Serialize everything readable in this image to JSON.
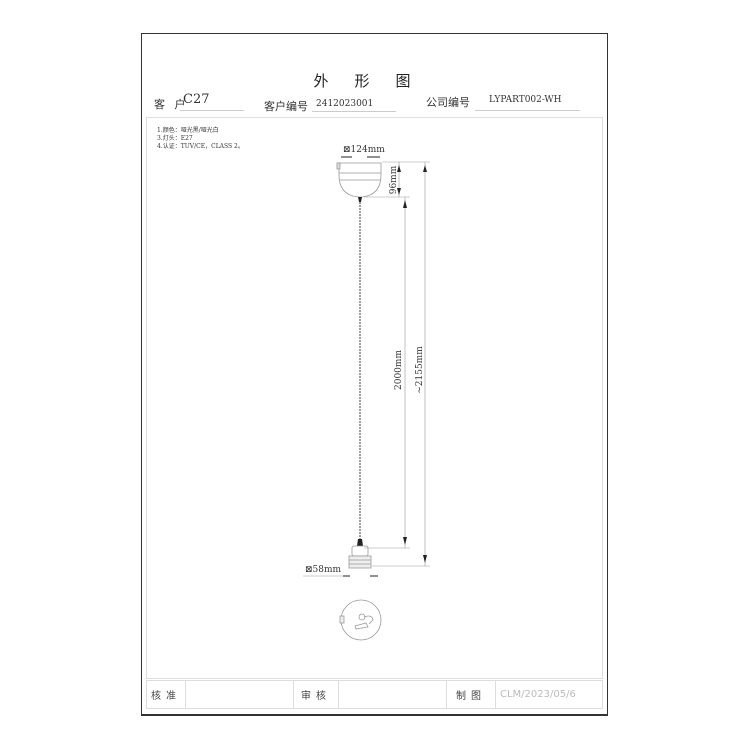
{
  "title": "外形图",
  "header": {
    "customer_label": "客 户",
    "customer_value": "C27",
    "customer_no_label": "客户编号",
    "customer_no_value": "2412023001",
    "company_no_label": "公司编号",
    "company_no_value": "LYPART002-WH"
  },
  "notes": [
    "1.颜色：哑光黑/哑光白",
    "3.灯头：E27",
    "4.认证：TUV/CE，CLASS 2。"
  ],
  "dimensions": {
    "canopy_diameter": "⊠124mm",
    "canopy_height": "96mm",
    "cable_length": "2000mm",
    "total_length": "~2155mm",
    "socket_diameter": "⊠58mm"
  },
  "footer": {
    "approve_label": "核准",
    "approve_value": "",
    "review_label": "审核",
    "review_value": "",
    "drawn_label": "制图",
    "drawn_value": "CLM/2023/05/6"
  }
}
